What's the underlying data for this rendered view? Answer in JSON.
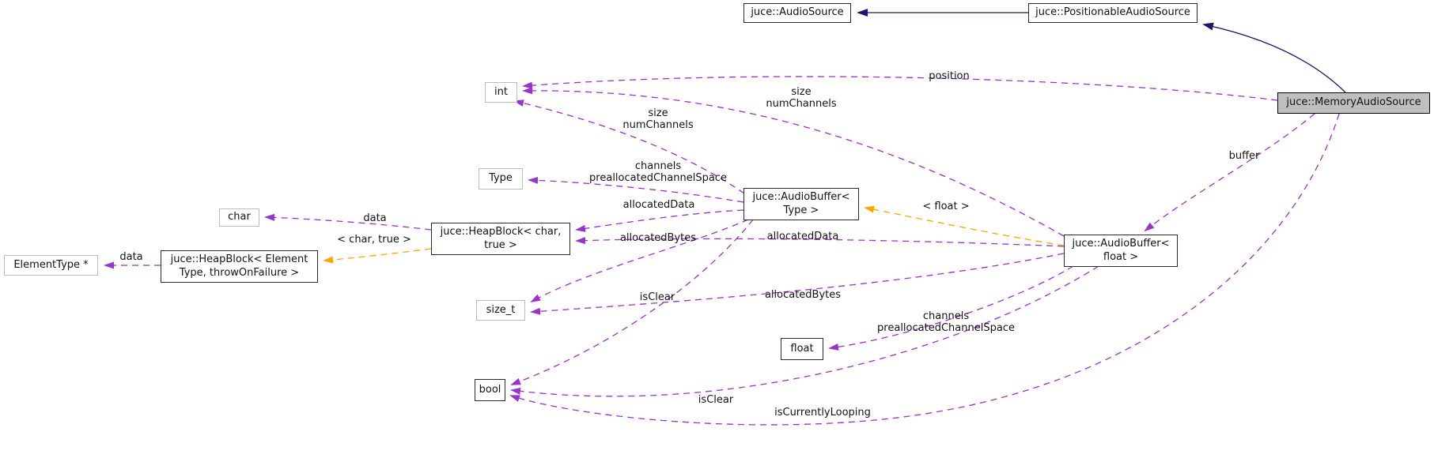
{
  "diagram": {
    "colors": {
      "inheritance": "#191970",
      "usage": "#9a32cd",
      "template_relation": "#ffa500",
      "highlight_fill": "#bfbfbf"
    },
    "nodes": {
      "audio_source": {
        "label": "juce::AudioSource"
      },
      "positionable_audio_source": {
        "label": "juce::PositionableAudioSource"
      },
      "memory_audio_source": {
        "label": "juce::MemoryAudioSource"
      },
      "int_type": {
        "label": "int"
      },
      "type_param": {
        "label": "Type"
      },
      "audio_buffer_type": {
        "label": "juce::AudioBuffer<\nType >"
      },
      "char_type": {
        "label": "char"
      },
      "heap_block_char": {
        "label": "juce::HeapBlock< char,\ntrue >"
      },
      "element_type_ptr": {
        "label": "ElementType *"
      },
      "heap_block_element": {
        "label": "juce::HeapBlock< Element\nType, throwOnFailure >"
      },
      "size_t_type": {
        "label": "size_t"
      },
      "float_type": {
        "label": "float"
      },
      "audio_buffer_float": {
        "label": "juce::AudioBuffer<\nfloat >"
      },
      "bool_type": {
        "label": "bool"
      }
    },
    "edge_labels": {
      "position": "position",
      "size_numchannels_from_float": "size\nnumChannels",
      "size_numchannels_from_type": "size\nnumChannels",
      "channels_prealloc_type": "channels\npreallocatedChannelSpace",
      "allocated_data_type": "allocatedData",
      "allocated_bytes_type": "allocatedBytes",
      "allocated_data_float": "allocatedData",
      "allocated_bytes_float": "allocatedBytes",
      "data_char": "data",
      "template_char_true": "< char, true >",
      "data_element": "data",
      "template_float": "< float >",
      "is_clear_type": "isClear",
      "channels_prealloc_float": "channels\npreallocatedChannelSpace",
      "buffer": "buffer",
      "is_clear_float": "isClear",
      "is_currently_looping": "isCurrentlyLooping"
    }
  }
}
